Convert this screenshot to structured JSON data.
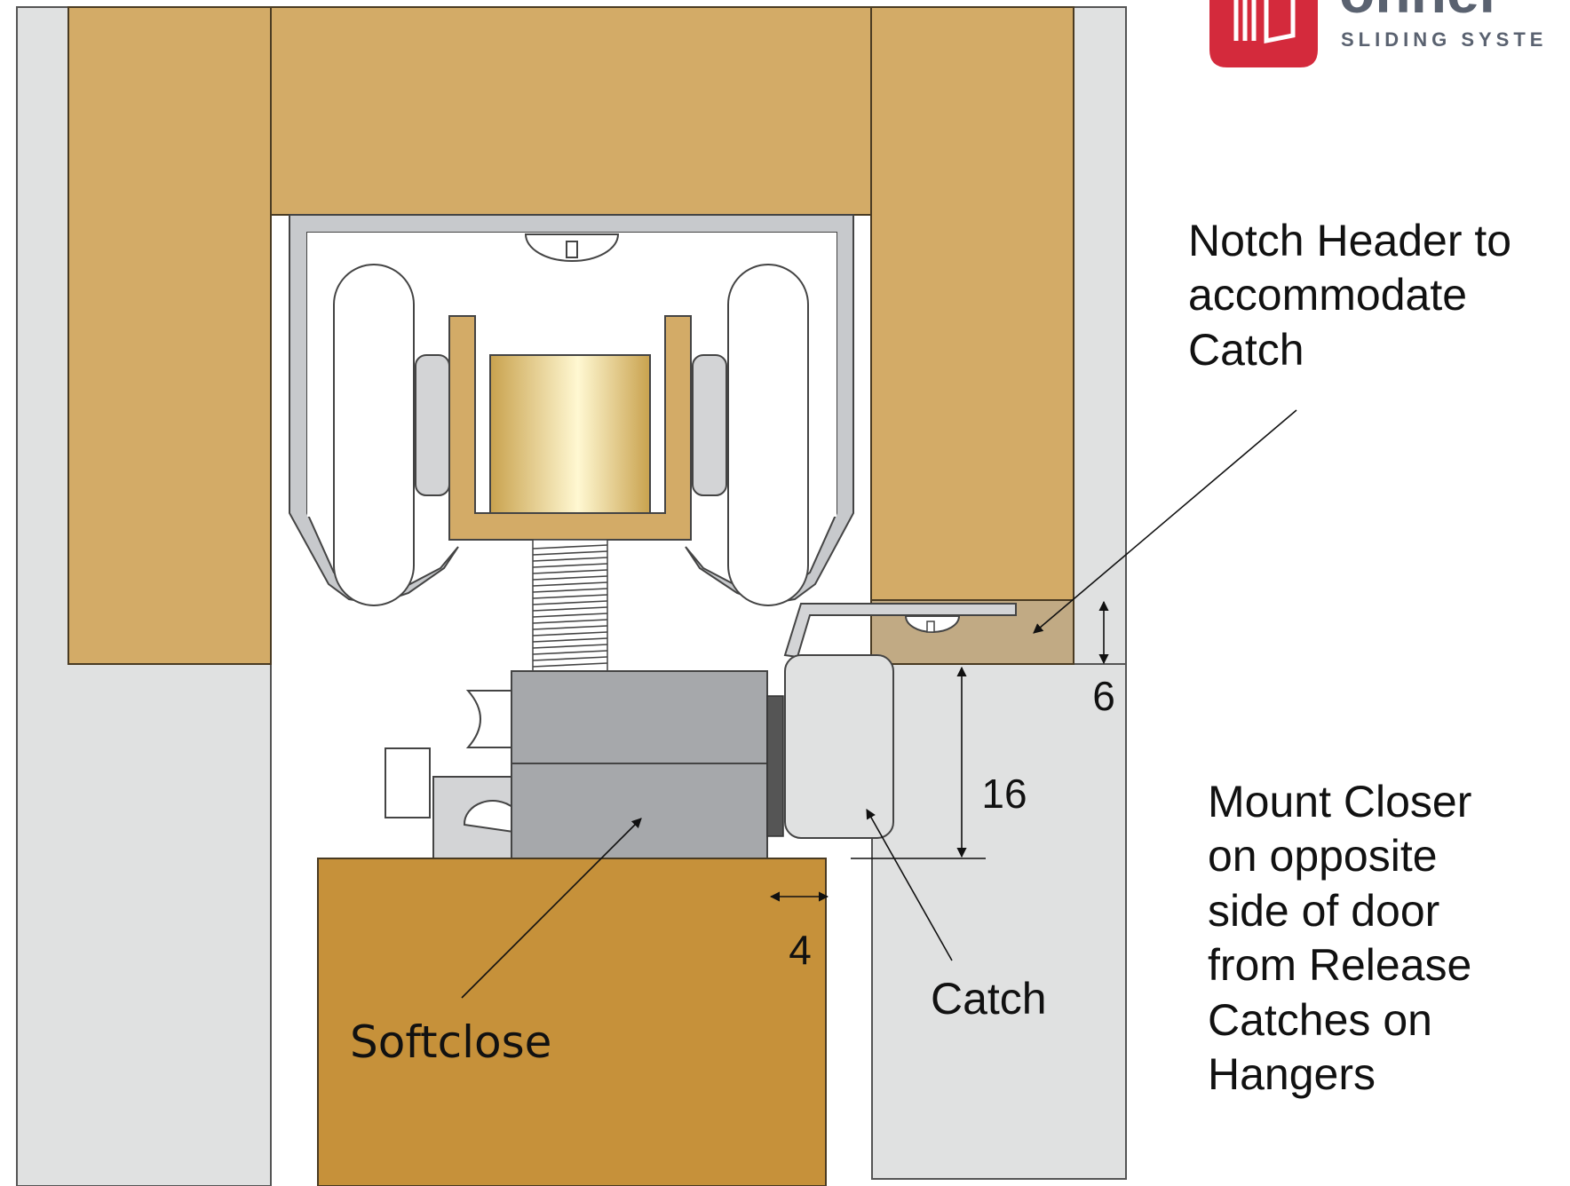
{
  "logo": {
    "word_partial": "ohnel",
    "tagline_partial": "SLIDING SYSTE",
    "brand_color": "#D42A3C",
    "tagline_color": "#5A6270"
  },
  "colors": {
    "wall": "#E0E1E1",
    "wood_header": "#D3AB67",
    "wood_door": "#C6913A",
    "notch": "#C1AA84",
    "track": "#C7C9CC",
    "metal_dark": "#A6A8AB",
    "metal_light": "#D3D4D6",
    "brass_edge": "#C89B4A"
  },
  "labels": {
    "notch_note": [
      "Notch Header to",
      "accommodate",
      "Catch"
    ],
    "mount_note": [
      "Mount Closer",
      "on opposite",
      "side of door",
      "from Release",
      "Catches on",
      "Hangers"
    ],
    "softclose": "Softclose",
    "catch": "Catch"
  },
  "dimensions": {
    "notch_depth": "6",
    "catch_height": "16",
    "gap": "4"
  }
}
